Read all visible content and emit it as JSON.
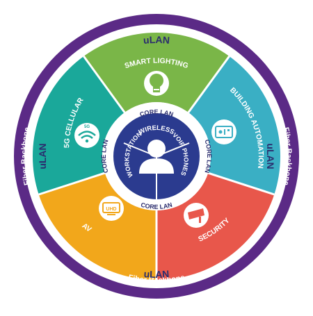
{
  "outer_ring": {
    "label": "Fiber Backbone",
    "color": "#5b2a86"
  },
  "ulan_ring": {
    "label": "uLAN",
    "color": "#ffffff",
    "text_color": "#2b2d6e"
  },
  "segments": [
    {
      "id": "smart-lighting",
      "label": "SMART LIGHTING",
      "color": "#7ab648",
      "icon": "light-bulb-icon"
    },
    {
      "id": "building-automation",
      "label": "BUILDING AUTOMATION",
      "color": "#3aafc4",
      "icon": "thermostat-panel-icon"
    },
    {
      "id": "security",
      "label": "SECURITY",
      "color": "#e8574b",
      "icon": "security-camera-icon"
    },
    {
      "id": "av",
      "label": "AV",
      "color": "#f2a71b",
      "icon": "uhd-display-icon",
      "icon_text": "UHD"
    },
    {
      "id": "5g-cellular",
      "label": "5G CELLULAR",
      "color": "#1aa89a",
      "icon": "wifi-signal-icon",
      "icon_text": "5G"
    }
  ],
  "core_ring": {
    "label_top": "CORE LAN",
    "label_right": "CORE LAN",
    "label_bottom": "CORE LAN",
    "label_left": "CORE LAN",
    "color": "#ffffff",
    "text_color": "#2b2d6e"
  },
  "hub": {
    "color": "#2b3b8f",
    "icon": "user-silhouette-icon",
    "labels": [
      "WIRELESS",
      "VOIP PHONES",
      "WORKSTATION"
    ]
  }
}
